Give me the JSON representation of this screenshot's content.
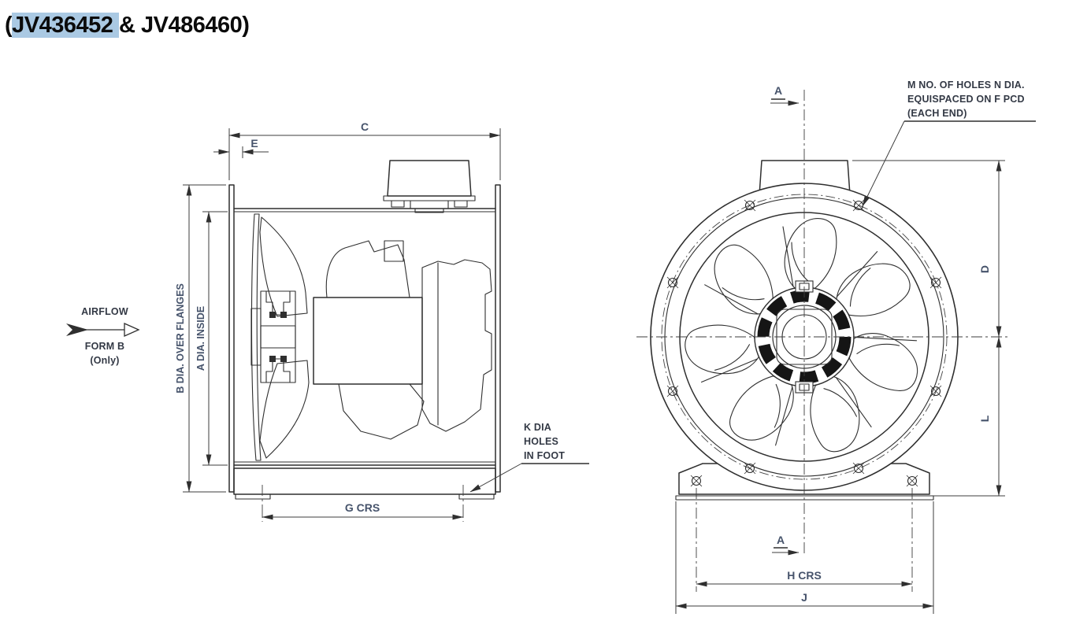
{
  "title": {
    "prefix": "(",
    "highlight": "JV436452 ",
    "rest": "& JV486460)"
  },
  "colors": {
    "highlight": "#aac9e3",
    "line": "#2f2f2f",
    "dim_text": "#46536b",
    "note_text": "#333945",
    "background": "#ffffff"
  },
  "side_view": {
    "dim_c": "C",
    "dim_e": "E",
    "dim_b": "B DIA. OVER FLANGES",
    "dim_a": "A DIA. INSIDE",
    "dim_g": "G CRS",
    "airflow_label": "AIRFLOW",
    "form_label": "FORM B",
    "form_sub": "(Only)",
    "k_note_line1": "K DIA",
    "k_note_line2": "HOLES",
    "k_note_line3": "IN FOOT"
  },
  "front_view": {
    "note_line1": "M NO. OF HOLES N DIA.",
    "note_line2": "EQUISPACED ON F PCD",
    "note_line3": "(EACH END)",
    "dim_d": "D",
    "dim_l": "L",
    "dim_h": "H CRS",
    "dim_j": "J",
    "section_top": "A",
    "section_bottom": "A"
  }
}
